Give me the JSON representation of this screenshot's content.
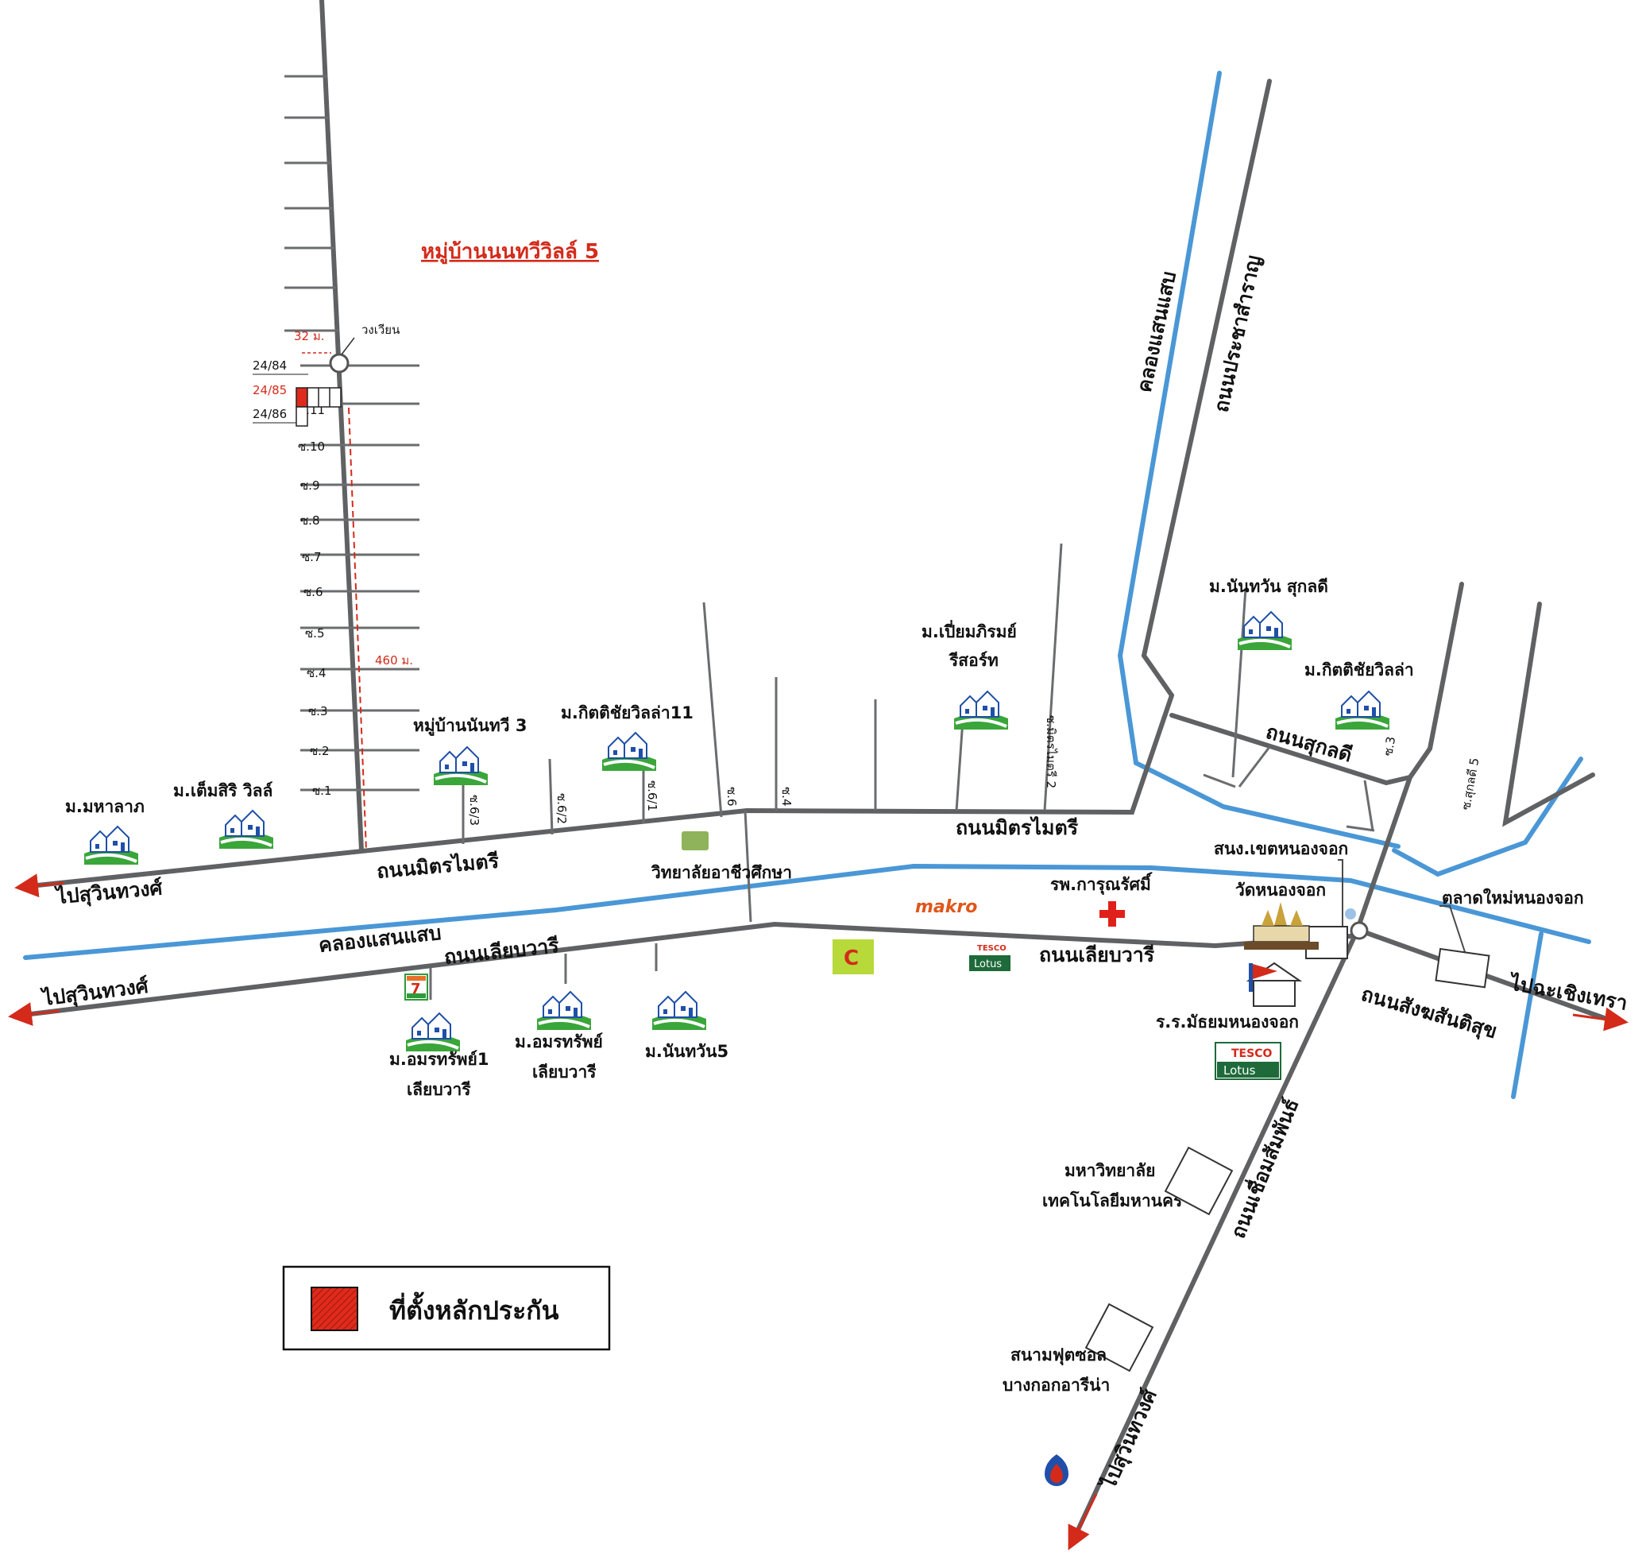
{
  "title": "หมู่บ้านนนทวีวิลล์ 5",
  "legend": {
    "label": "ที่ตั้งหลักประกัน",
    "swatch_color": "#e02a1b"
  },
  "colors": {
    "road": "#5f6163",
    "canal": "#4a97d6",
    "accent": "#d42a1a"
  },
  "roads": {
    "mitmaitri_left": "ถนนมิตรไมตรี",
    "mitmaitri_right": "ถนนมิตรไมตรี",
    "liapwari_left": "ถนนเลียบวารี",
    "liapwari_right": "ถนนเลียบวารี",
    "sakunlee": "ถนนสุกลดี",
    "sangsan": "ถนนสังฆสันติสุข",
    "chuam": "ถนนเชื่อมสัมพันธ์",
    "pracha": "ถนนประชาสำราญ"
  },
  "canals": {
    "saensaep_main": "คลองแสนแสบ",
    "saensaep_north": "คลองแสนแสบ"
  },
  "directions": {
    "west_top": "ไปสุวินทวงศ์",
    "west_bottom": "ไปสุวินทวงศ์",
    "east": "ไปฉะเชิงเทรา",
    "south": "ไปสุวินทวงศ์"
  },
  "sois": {
    "s1": "ซ.1",
    "s2": "ซ.2",
    "s3": "ซ.3",
    "s4": "ซ.4",
    "s5": "ซ.5",
    "s6": "ซ.6",
    "s7": "ซ.7",
    "s8": "ซ.8",
    "s9": "ซ.9",
    "s10": "ซ.10",
    "s11": "ซ.11",
    "m63": "ซ.6/3",
    "m62": "ซ.6/2",
    "m61": "ซ.6/1",
    "m6": "ซ.6",
    "m4": "ซ.4",
    "mit2": "ซ.มิตรไมตรี 2",
    "sak3": "ซ.3",
    "sak5": "ซ.สุกลดี 5"
  },
  "plot": {
    "roundabout": "วงเวียน",
    "dist_32": "32 ม.",
    "dist_460": "460 ม.",
    "house_a": "24/84",
    "house_b": "24/85",
    "house_c": "24/86"
  },
  "villages": {
    "mahalap": "ม.มหาลาภ",
    "temsiri": "ม.เต็มสิริ วิลล์",
    "nonthawee3": "หมู่บ้านนันทวี 3",
    "kittichai11": "ม.กิตติชัยวิลล่า11",
    "piam": "ม.เปี่ยมภิรมย์",
    "piam2": "รีสอร์ท",
    "nanthawan_sak": "ม.นันทวัน สุกลดี",
    "kittichai": "ม.กิตติชัยวิลล่า",
    "amorn1a": "ม.อมรทรัพย์1",
    "amorn1b": "เลียบวารี",
    "amorn2a": "ม.อมรทรัพย์",
    "amorn2b": "เลียบวารี",
    "nanthawan5": "ม.นันทวัน5"
  },
  "places": {
    "college": "วิทยาลัยอาชีวศึกษา",
    "makro": "makro",
    "hospital": "รพ.การุณรัศมิ์",
    "district": "สนง.เขตหนองจอก",
    "temple": "วัดหนองจอก",
    "market": "ตลาดใหม่หนองจอก",
    "school": "ร.ร.มัธยมหนองจอก",
    "univ1": "มหาวิทยาลัย",
    "univ2": "เทคโนโลยีมหานคร",
    "stadium1": "สนามฟุตซอล",
    "stadium2": "บางกอกอารีน่า",
    "tesco_top": "TESCO",
    "lotus": "Lotus"
  }
}
